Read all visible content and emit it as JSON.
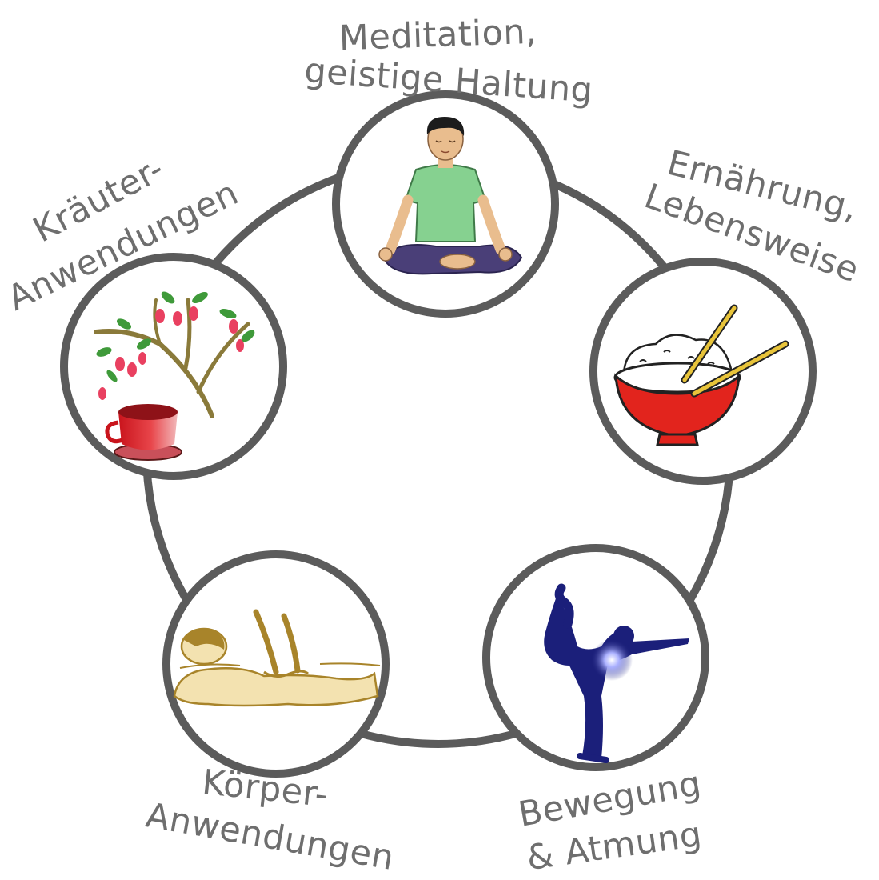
{
  "nodes": [
    {
      "id": "meditation",
      "label_lines": [
        "Meditation,",
        "geistige Haltung"
      ],
      "icon": "meditating-person-icon"
    },
    {
      "id": "nutrition",
      "label_lines": [
        "Ernährung,",
        "Lebensweise"
      ],
      "icon": "rice-bowl-chopsticks-icon"
    },
    {
      "id": "movement",
      "label_lines": [
        "Bewegung",
        "& Atmung"
      ],
      "icon": "yoga-dancer-pose-icon"
    },
    {
      "id": "body",
      "label_lines": [
        "Körper-",
        "Anwendungen"
      ],
      "icon": "massage-icon"
    },
    {
      "id": "herbs",
      "label_lines": [
        "Kräuter-",
        "Anwendungen"
      ],
      "icon": "herbal-branch-teacup-icon"
    }
  ],
  "colors": {
    "ring": "#5b5b5b",
    "label": "#6e6e6e",
    "shirt": "#86d190",
    "pants": "#4a3f78",
    "skin": "#e9bd8e",
    "bowl": "#e2241d",
    "chopsticks": "#e8c43a",
    "yoga_figure": "#1b1f7a",
    "massage_ink": "#a8842a",
    "cup": "#d61f26",
    "leaf": "#3f9a3a",
    "branch": "#8a7a3a",
    "berry": "#e94060"
  }
}
